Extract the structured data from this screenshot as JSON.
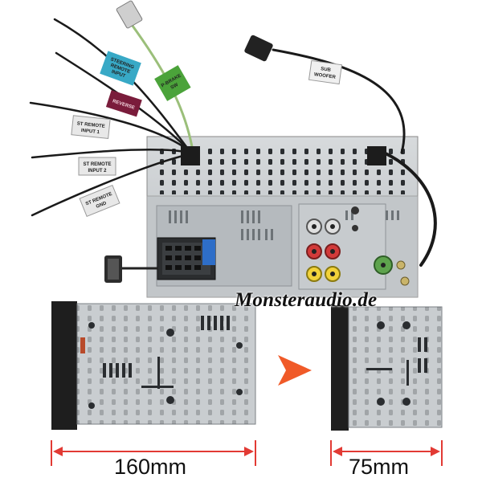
{
  "harness": {
    "tags": [
      {
        "id": "steering",
        "line1": "STEERING",
        "line2": "REMOTE",
        "line3": "INPUT",
        "color": "#38a9c6"
      },
      {
        "id": "reverse",
        "line1": "REVERSE",
        "line2": "",
        "line3": "",
        "color": "#7a1c3b"
      },
      {
        "id": "pbrake",
        "line1": "P-BRAKE",
        "line2": "SW",
        "line3": "",
        "color": "#4ba33a"
      },
      {
        "id": "st-remote-1",
        "line1": "ST REMOTE",
        "line2": "INPUT 1",
        "line3": "",
        "color": "#e8e8e8"
      },
      {
        "id": "st-remote-2",
        "line1": "ST REMOTE",
        "line2": "INPUT 2",
        "line3": "",
        "color": "#e8e8e8"
      },
      {
        "id": "st-remote-gnd",
        "line1": "ST REMOTE",
        "line2": "GND",
        "line3": "",
        "color": "#e8e8e8"
      },
      {
        "id": "sub-woofer",
        "line1": "SUB",
        "line2": "WOOFER",
        "line3": "",
        "color": "#f0f0f0"
      }
    ]
  },
  "watermark": "Monsteraudio.de",
  "dimensions": {
    "depth_before": "160mm",
    "depth_after": "75mm"
  },
  "colors": {
    "dimension_line": "#e23a34",
    "arrow": "#f05a28",
    "chassis": "#c9cdd0",
    "panel_dark": "#1e1e1e"
  }
}
